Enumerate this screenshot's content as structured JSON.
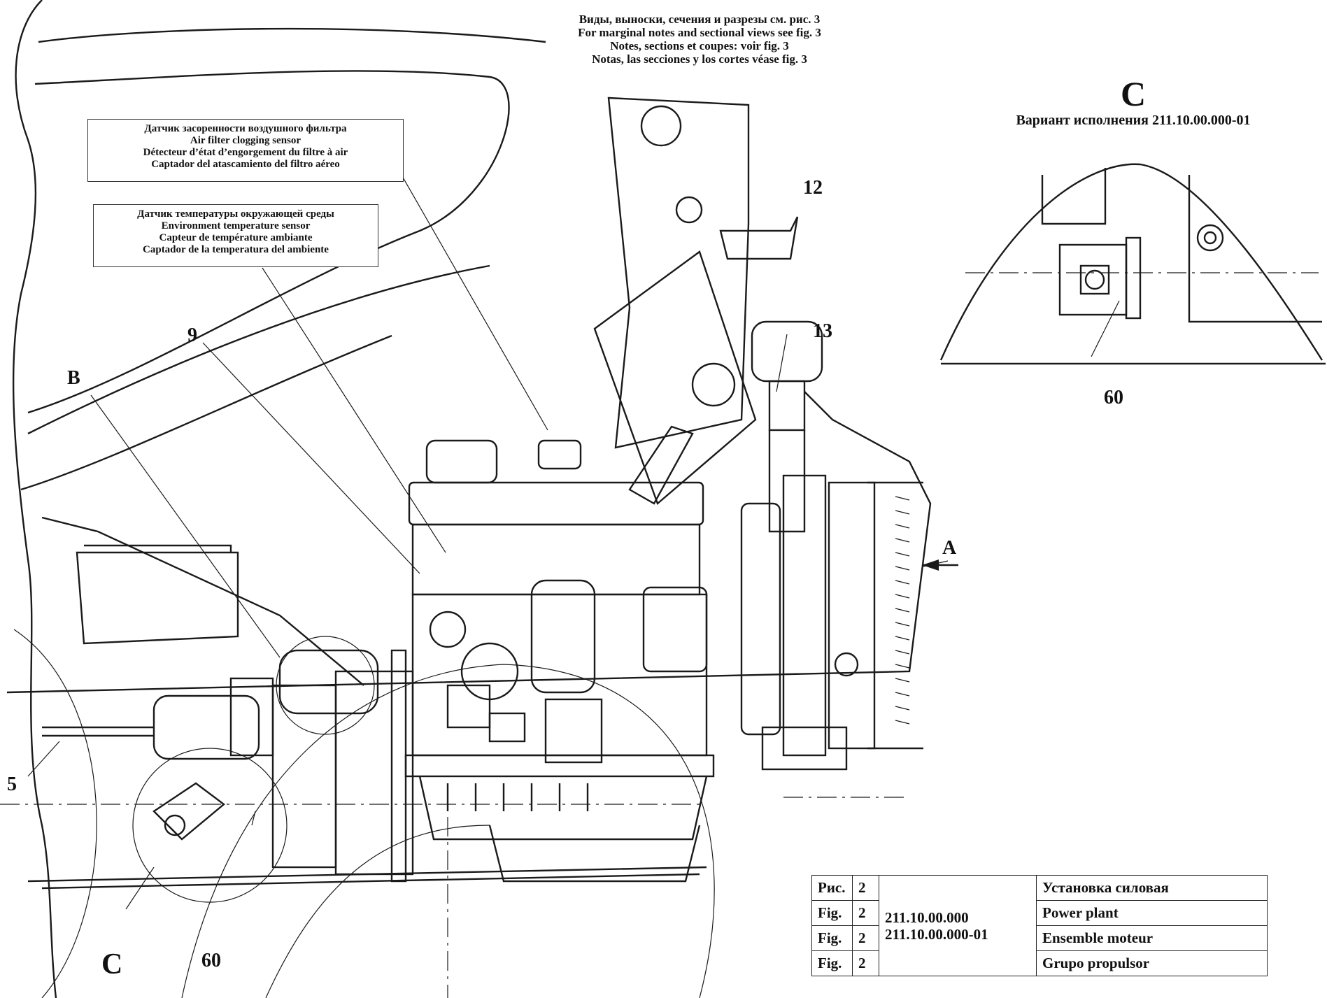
{
  "header_notes": [
    "Виды, выноски, сечения и разрезы см. рис. 3",
    "For marginal notes and sectional views see fig. 3",
    "Notes, sections et coupes: voir fig. 3",
    "Notas, las secciones y los cortes véase fig. 3"
  ],
  "air_filter_sensor": [
    "Датчик засоренности воздушного фильтра",
    "Air filter clogging sensor",
    "Détecteur d’état d’engorgement du filtre à air",
    "Captador del atascamiento del filtro aéreo"
  ],
  "env_temp_sensor": [
    "Датчик температуры окружающей среды",
    "Environment temperature sensor",
    "Capteur de température ambiante",
    "Captador de la temperatura del  ambiente"
  ],
  "variant_view": {
    "letter": "C",
    "subtitle": "Вариант исполнения 211.10.00.000-01",
    "callout": "60"
  },
  "callouts": {
    "c12": "12",
    "c13": "13",
    "c9": "9",
    "cB": "B",
    "cA": "A",
    "c5": "5",
    "cC": "C",
    "c60": "60"
  },
  "title_block": {
    "rows": [
      {
        "label": "Рис.",
        "num": "2",
        "name": "Установка силовая"
      },
      {
        "label": "Fig.",
        "num": "2",
        "name": "Power plant"
      },
      {
        "label": "Fig.",
        "num": "2",
        "name": "Ensemble moteur"
      },
      {
        "label": "Fig.",
        "num": "2",
        "name": "Grupo propulsor"
      }
    ],
    "code_1": "211.10.00.000",
    "code_2": "211.10.00.000-01"
  }
}
